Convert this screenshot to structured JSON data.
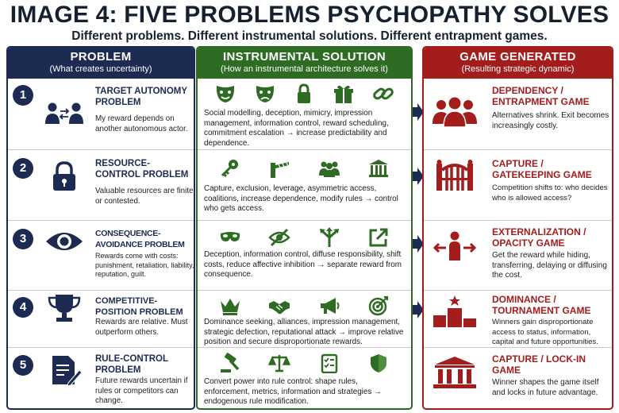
{
  "header": {
    "title": "IMAGE 4: FIVE PROBLEMS PSYCHOPATHY SOLVES",
    "subtitle": "Different problems. Different instrumental solutions. Different entrapment games."
  },
  "columns": {
    "problem": {
      "title": "PROBLEM",
      "subtitle": "(What creates uncertainty)"
    },
    "solution": {
      "title": "INSTRUMENTAL SOLUTION",
      "subtitle": "(How an instrumental architecture solves it)"
    },
    "game": {
      "title": "GAME GENERATED",
      "subtitle": "(Resulting strategic dynamic)"
    }
  },
  "colors": {
    "navy": "#1d2b52",
    "green": "#2e6b23",
    "red": "#a31d1d"
  },
  "rows": [
    {
      "number": "1",
      "problem_icon": "people-exchange-icon",
      "problem_title": "TARGET AUTONOMY PROBLEM",
      "problem_desc": "My reward depends on another autonomous actor.",
      "solution_icons": [
        "masks-icon",
        "masks-icon",
        "lock-icon",
        "gift-icon",
        "chain-link-icon"
      ],
      "solution_text": "Social modelling, deception, mimicry, impression management, information control, reward scheduling, commitment escalation → increase predictability and dependence.",
      "game_icon": "group-people-icon",
      "game_title": "DEPENDENCY / ENTRAPMENT GAME",
      "game_desc": "Alternatives shrink. Exit becomes increasingly costly."
    },
    {
      "number": "2",
      "problem_icon": "padlock-icon",
      "problem_title": "RESOURCE-CONTROL PROBLEM",
      "problem_desc": "Valuable resources are finite or contested.",
      "solution_icons": [
        "key-icon",
        "barrier-gate-icon",
        "group-icon",
        "institution-icon"
      ],
      "solution_text": "Capture, exclusion, leverage, asymmetric access, coalitions, increase dependence, modify rules → control who gets access.",
      "game_icon": "gate-icon",
      "game_title": "CAPTURE / GATEKEEPING GAME",
      "game_desc": "Competition shifts to: who decides who is allowed access?"
    },
    {
      "number": "3",
      "problem_icon": "eye-icon",
      "problem_title": "CONSEQUENCE-AVOIDANCE PROBLEM",
      "problem_desc": "Rewards come with costs: punishment, retaliation, liability, reputation, guilt.",
      "solution_icons": [
        "mask-icon",
        "eye-slash-icon",
        "diverge-arrows-icon",
        "export-arrow-icon"
      ],
      "solution_text": "Deception, information control, diffuse responsibility, shift costs, reduce affective inhibition → separate reward from consequence.",
      "game_icon": "person-arrows-icon",
      "game_title": "EXTERNALIZATION / OPACITY GAME",
      "game_desc": "Get the reward while hiding, transferring, delaying or diffusing the cost."
    },
    {
      "number": "4",
      "problem_icon": "trophy-icon",
      "problem_title": "COMPETITIVE-POSITION PROBLEM",
      "problem_desc": "Rewards are relative. Must outperform others.",
      "solution_icons": [
        "crown-icon",
        "handshake-icon",
        "megaphone-icon",
        "target-icon"
      ],
      "solution_text": "Dominance seeking, alliances, impression management, strategic defection, reputational attack → improve relative position and secure disproportionate rewards.",
      "game_icon": "podium-icon",
      "game_title": "DOMINANCE / TOURNAMENT GAME",
      "game_desc": "Winners gain disproportionate access to status, information, capital and future opportunities."
    },
    {
      "number": "5",
      "problem_icon": "document-pen-icon",
      "problem_title": "RULE-CONTROL PROBLEM",
      "problem_desc": "Future rewards uncertain if rules or competitors can change.",
      "solution_icons": [
        "gavel-icon",
        "scales-icon",
        "checklist-icon",
        "shield-icon"
      ],
      "solution_text": "Convert power into rule control: shape rules, enforcement, metrics, information and strategies → endogenous rule modification.",
      "game_icon": "institution-icon",
      "game_title": "CAPTURE / LOCK-IN GAME",
      "game_desc": "Winner shapes the game itself and locks in future advantage."
    }
  ]
}
